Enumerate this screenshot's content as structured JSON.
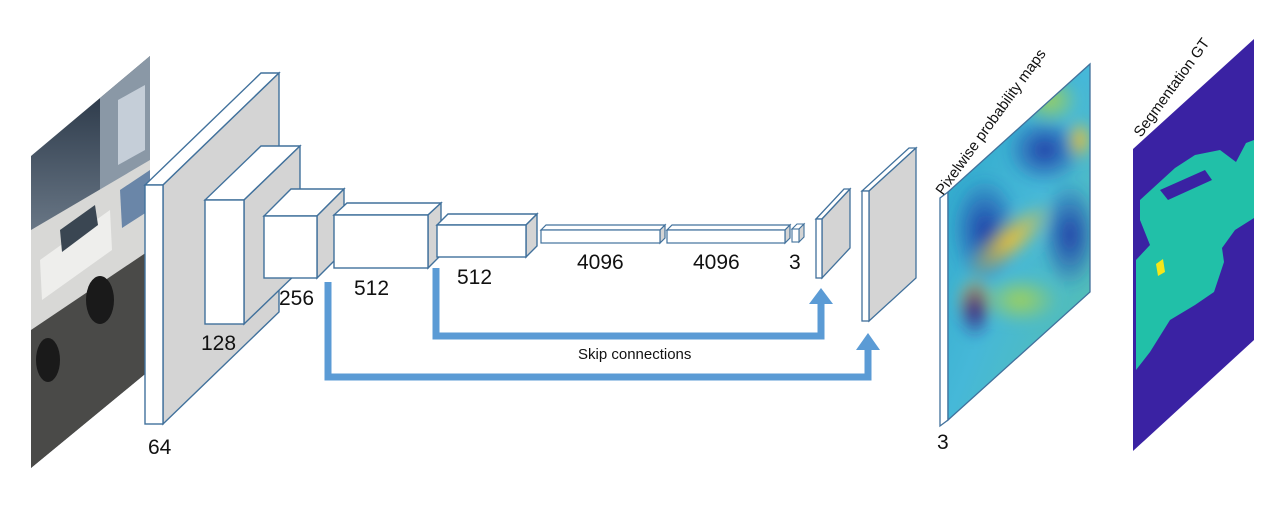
{
  "layers": {
    "conv1": "64",
    "conv2": "128",
    "conv3": "256",
    "conv4": "512",
    "conv5": "512",
    "fc6": "4096",
    "fc7": "4096",
    "score": "3",
    "output": "3"
  },
  "skip_label": "Skip connections",
  "output_title": "Pixelwise probability maps",
  "gt_title": "Segmentation GT",
  "colors": {
    "box_stroke": "#41719c",
    "box_side": "#d4d4d4",
    "arrow": "#5b9bd5",
    "gt_background": "#3a22a3",
    "gt_region": "#21c0a8",
    "gt_spot": "#f5e61a"
  }
}
